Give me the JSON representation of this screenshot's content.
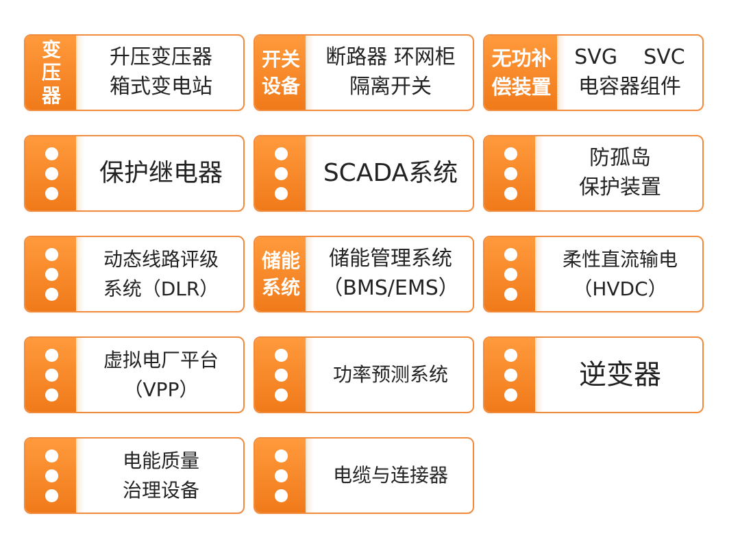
{
  "colors": {
    "accent": "#f07a1a",
    "border": "#f08a3c",
    "text": "#222222",
    "background": "#ffffff"
  },
  "cards": [
    {
      "tab": "变压器",
      "lines": [
        "升压变压器",
        "箱式变电站"
      ]
    },
    {
      "tab": "开关设备",
      "lines": [
        "断路器 环网柜",
        "隔离开关"
      ]
    },
    {
      "tab": "无功补偿装置",
      "lines": [
        "SVG    SVC",
        "电容器组件"
      ]
    },
    {
      "lines": [
        "保护继电器"
      ]
    },
    {
      "lines": [
        "SCADA系统"
      ]
    },
    {
      "lines": [
        "防孤岛",
        "保护装置"
      ]
    },
    {
      "lines": [
        "动态线路评级",
        "系统（DLR）"
      ]
    },
    {
      "tab": "储能系统",
      "lines": [
        "储能管理系统",
        "（BMS/EMS）"
      ]
    },
    {
      "lines": [
        "柔性直流输电",
        "（HVDC）"
      ]
    },
    {
      "lines": [
        "虚拟电厂平台",
        "（VPP）"
      ]
    },
    {
      "lines": [
        "功率预测系统"
      ]
    },
    {
      "lines": [
        "逆变器"
      ]
    },
    {
      "lines": [
        "电能质量",
        "治理设备"
      ]
    },
    {
      "lines": [
        "电缆与连接器"
      ]
    }
  ]
}
